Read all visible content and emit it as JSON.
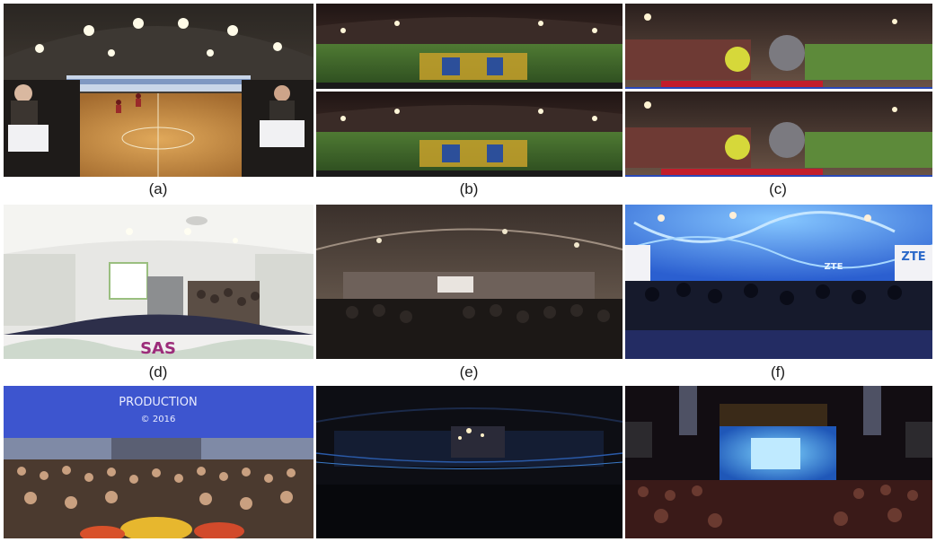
{
  "figure": {
    "panels": [
      {
        "id": "a",
        "caption": "(a)",
        "scene": "indoor-basketball-court-panorama"
      },
      {
        "id": "b",
        "caption": "(b)",
        "scene": "stadium-football-field-panorama-pair"
      },
      {
        "id": "c",
        "caption": "(c)",
        "scene": "stadium-crowd-panorama-pair"
      },
      {
        "id": "d",
        "caption": "(d)",
        "scene": "conference-room-panorama"
      },
      {
        "id": "e",
        "caption": "(e)",
        "scene": "dim-auditorium-panorama"
      },
      {
        "id": "f",
        "caption": "(f)",
        "scene": "blue-lit-exhibition-hall-panorama"
      },
      {
        "id": "g",
        "caption": "",
        "scene": "outdoor-festival-crowd-panorama"
      },
      {
        "id": "h",
        "caption": "",
        "scene": "dark-concert-arena-panorama"
      },
      {
        "id": "i",
        "caption": "",
        "scene": "concert-stage-crowd-panorama"
      }
    ],
    "brand_texts": {
      "zte": "ZTE",
      "sas": "SAS",
      "prod": "PRODUCTION",
      "year": "© 2016"
    }
  }
}
